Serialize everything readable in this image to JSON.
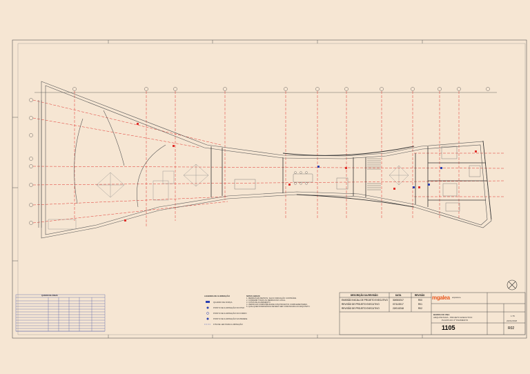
{
  "sheet": {
    "number": "1105",
    "revision_code": "R02",
    "project_title": "BARRA DO UNA",
    "drawing_phase": "ARQUITETURA - PROJETO EXECUTIVO",
    "drawing_title": "PLANTA DO 2º PAVIMENTO",
    "scale": "1:75",
    "date": "22/01/2018"
  },
  "revision_table": {
    "headers": [
      "DESCRIÇÃO DA REVISÃO",
      "DATA",
      "REVISÃO"
    ],
    "rows": [
      [
        "EMISSÃO INICIAL DE PROJETO EXECUTIVO",
        "30/08/2017",
        "R00"
      ],
      [
        "REVISÃO DE PROJETO EXECUTIVO",
        "07/11/2017",
        "R01"
      ],
      [
        "REVISÃO DE PROJETO EXECUTIVO",
        "22/01/2018",
        "R02"
      ]
    ]
  },
  "company": {
    "name": "mgalea",
    "tagline": "arquitetura"
  },
  "legend": {
    "title": "LEGENDA DE ILUMINAÇÃO",
    "items": [
      "QUADRO DE FORÇA",
      "PONTO DE ILUMINAÇÃO NO PISO",
      "PONTO DE ILUMINAÇÃO NO FORRO",
      "PONTO DE ILUMINAÇÃO NA PAREDE",
      "FITA DE LED PARA ILUMINAÇÃO"
    ]
  },
  "notes": {
    "title": "NOTAS GERAIS",
    "lines": [
      "1. MEDIDAS EM METROS, SALVO INDICAÇÃO CONTRÁRIA.",
      "2. CONFERIR TODAS AS MEDIDAS NO LOCAL.",
      "3. COTAS DE ACABAMENTO.",
      "4. VERIFICAR COMPATIBILIDADE COM PROJETOS COMPLEMENTARES.",
      "5. QUALQUER DIVERGÊNCIA DEVERÁ SER COMUNICADA AO ARQUITETO."
    ]
  },
  "areas_table": {
    "title": "QUADRO DE ÁREAS"
  },
  "colors": {
    "paper": "#f6e6d3",
    "line": "#3a3a3a",
    "axis": "#e0302a",
    "accent": "#e8561c",
    "table": "#3b4aa0"
  }
}
